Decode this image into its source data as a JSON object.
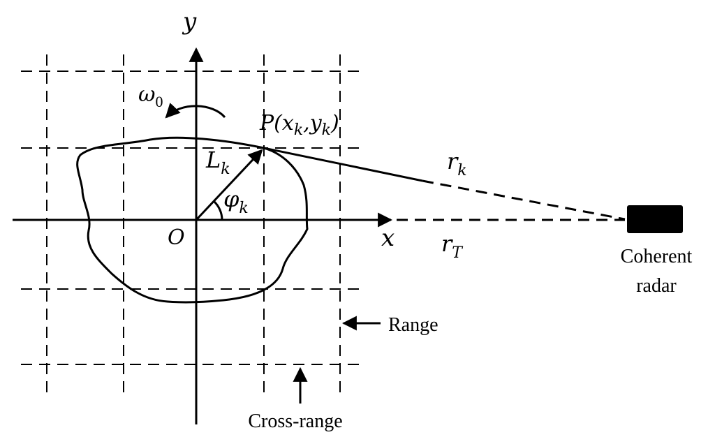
{
  "labels": {
    "y_axis": "y",
    "x_axis": "x",
    "origin": "O",
    "omega": "ω",
    "omega_sub": "0",
    "point_p": "P(",
    "point_xk": "x",
    "point_xk_sub": "k",
    "point_comma": ",",
    "point_yk": "y",
    "point_yk_sub": "k",
    "point_close": ")",
    "l_main": "L",
    "l_sub": "k",
    "phi_main": "φ",
    "phi_sub": "k",
    "rk_main": "r",
    "rk_sub": "k",
    "rt_main": "r",
    "rt_sub": "T",
    "radar_line1": "Coherent",
    "radar_line2": "radar",
    "range_label": "Range",
    "cross_range_label": "Cross-range"
  }
}
